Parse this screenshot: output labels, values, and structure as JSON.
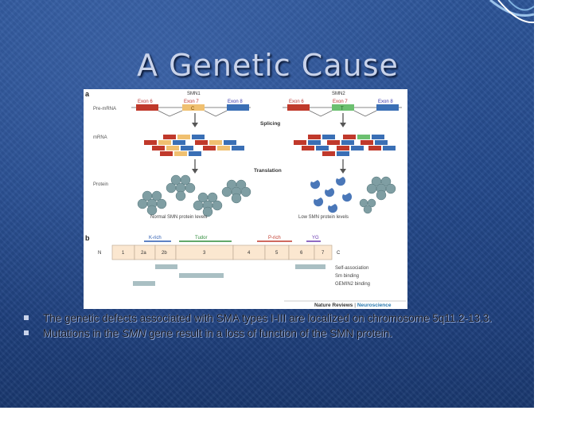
{
  "slide": {
    "title": "A Genetic Cause",
    "colors": {
      "background": "#244a8c",
      "title": "#c9d3ea"
    },
    "figure": {
      "panel_a": {
        "label": "a",
        "gene1": "SMN1",
        "gene2": "SMN2",
        "row_pre_mrna": "Pre-mRNA",
        "row_mrna": "mRNA",
        "row_protein": "Protein",
        "exon6": "Exon 6",
        "exon7": "Exon 7",
        "exon8": "Exon 8",
        "c_mark": "C",
        "t_mark": "T",
        "step_splicing": "Splicing",
        "step_translation": "Translation",
        "normal_levels": "Normal SMN protein levels",
        "low_levels": "Low SMN protein levels"
      },
      "panel_b": {
        "label": "b",
        "k_rich": "K-rich",
        "tudor": "Tudor",
        "p_rich": "P-rich",
        "yg": "YG",
        "n_term": "N",
        "c_term": "C",
        "exons": [
          "1",
          "2a",
          "2b",
          "3",
          "4",
          "5",
          "6",
          "7"
        ],
        "self_association": "Self-association",
        "sm_binding": "Sm binding",
        "gemin2_binding": "GEMIN2 binding"
      },
      "credit_journal": "Nature Reviews",
      "credit_section": "Neuroscience"
    },
    "bullets": [
      "The genetic defects associated with SMA types I-III are localized on chromosome 5q11.2-13.3.",
      {
        "before": "Mutations in the ",
        "gene": "SMN",
        "after": " gene result in a loss of function of the SMN protein."
      }
    ]
  }
}
